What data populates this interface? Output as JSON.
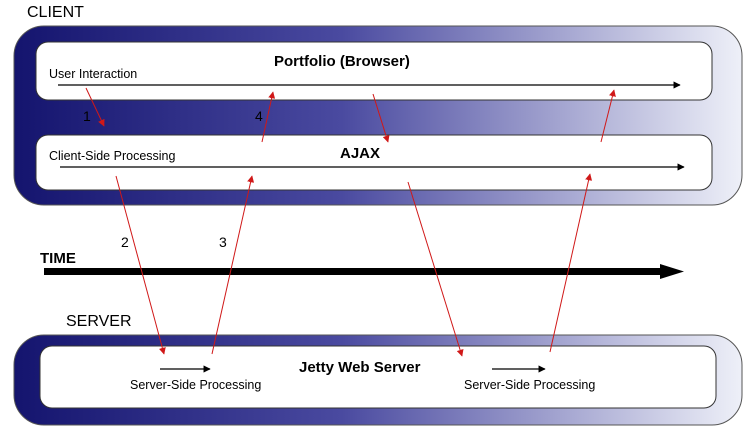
{
  "client": {
    "label": "CLIENT",
    "browser": {
      "title": "Portfolio (Browser)",
      "lane_label": "User Interaction"
    },
    "ajax": {
      "title": "AJAX",
      "lane_label": "Client-Side Processing"
    }
  },
  "time_axis": {
    "label": "TIME"
  },
  "server": {
    "label": "SERVER",
    "title": "Jetty Web Server",
    "processing_labels": [
      "Server-Side Processing",
      "Server-Side Processing"
    ]
  },
  "steps": [
    "1",
    "2",
    "3",
    "4"
  ],
  "colors": {
    "gradient_dark": "#14146e",
    "gradient_light": "#eef0f8",
    "message_arrow": "#d01818",
    "timeline": "#000000"
  }
}
